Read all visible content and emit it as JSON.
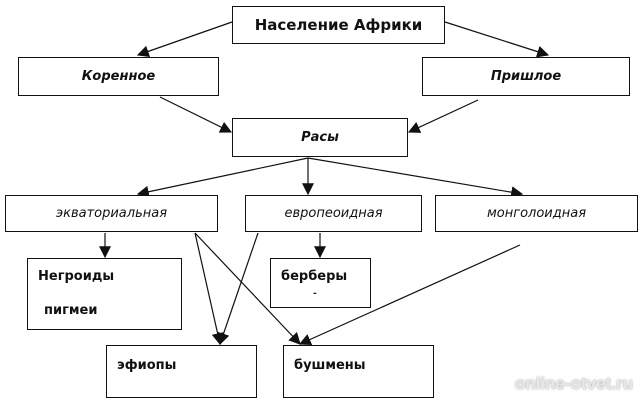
{
  "title": "Население Африки",
  "origin": [
    "Коренное",
    "Пришлое"
  ],
  "races_label": "Расы",
  "races": [
    "экваториальная",
    "европеоидная",
    "монголоидная"
  ],
  "groups": {
    "negroid": "Негроиды",
    "pygmy": "пигмеи",
    "berber": "берберы",
    "berber_dash": "-",
    "ethiop": "эфиопы",
    "bushmen": "бушмены"
  },
  "watermark": "online-otvet.ru"
}
